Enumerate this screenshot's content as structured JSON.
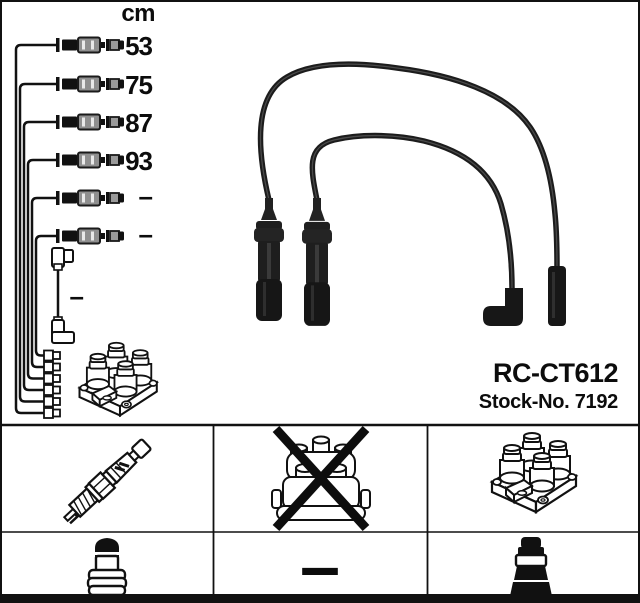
{
  "product": {
    "model": "RC-CT612",
    "stock": "Stock-No. 7192"
  },
  "lengths": {
    "unit": "cm",
    "values": [
      "53",
      "75",
      "87",
      "93",
      "–",
      "–"
    ],
    "coil_wire": "–"
  },
  "legend": {
    "row1": [
      "spark-plug",
      "distributor-cap-not-included",
      "ignition-coil"
    ],
    "row2": [
      "distributor-terminal-boot",
      "dash",
      "plug-boot"
    ],
    "dash": "–"
  },
  "colors": {
    "ink": "#111111",
    "background": "#ffffff",
    "photo_black": "#1c1c1c"
  }
}
